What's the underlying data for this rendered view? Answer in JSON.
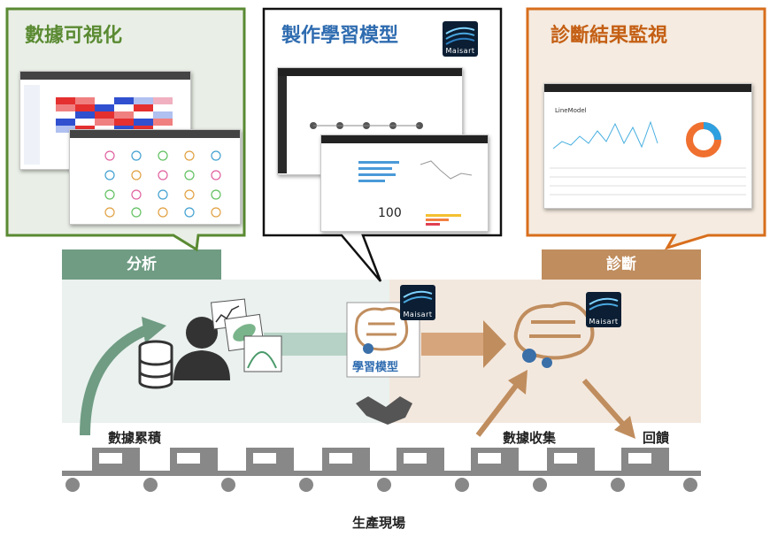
{
  "callouts": {
    "visualize": {
      "title": "數據可視化",
      "color": "#5a8a32",
      "bg": "#e9efe6"
    },
    "model": {
      "title": "製作學習模型",
      "color": "#2f6cb0",
      "bg": "#ffffff"
    },
    "monitor": {
      "title": "診斷結果監視",
      "color": "#c45f14",
      "bg": "#f5ebe0"
    }
  },
  "screens": {
    "model_value": "100",
    "monitor_chart_title": "LineModel"
  },
  "sections": {
    "analysis": {
      "label": "分析",
      "color": "#6f9c83",
      "bg": "#eaf1ee"
    },
    "diagnosis": {
      "label": "診斷",
      "color": "#c08d5e",
      "bg": "#f3e8de"
    }
  },
  "flow": {
    "learning_model_label": "學習模型",
    "brand": "Maisart",
    "data_accumulation": "數據累積",
    "data_collection": "數據收集",
    "feedback": "回饋",
    "production_site": "生產現場"
  }
}
